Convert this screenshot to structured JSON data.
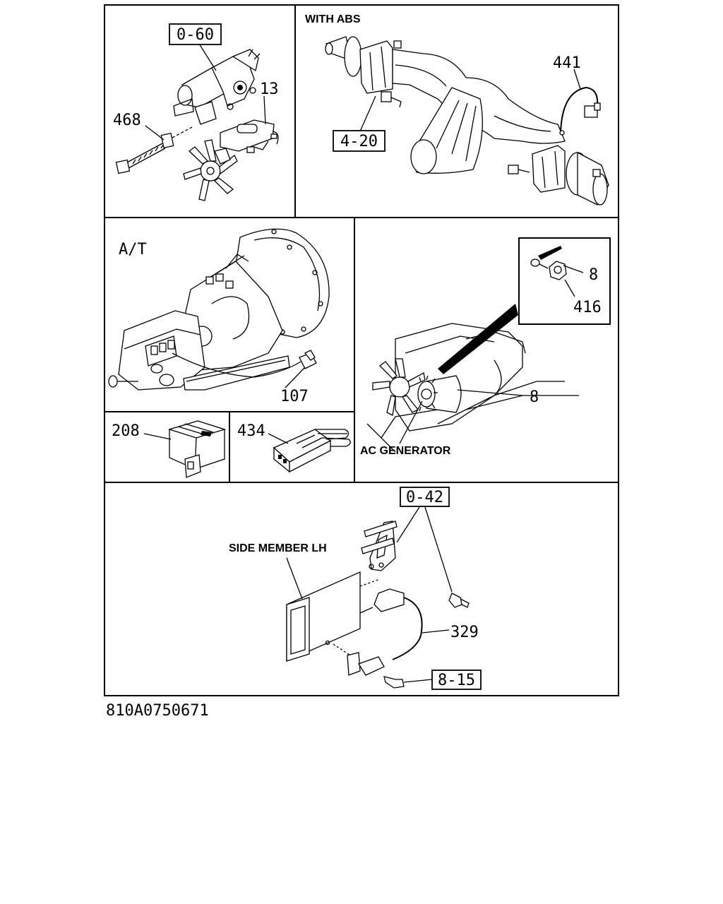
{
  "labels": {
    "p1_boxed_ref": "0-60",
    "p1_part_468": "468",
    "p1_part_13": "13",
    "p2_title": "WITH ABS",
    "p2_part_441": "441",
    "p2_boxed_ref": "4-20",
    "p3_title": "A/T",
    "p3_part_107": "107",
    "p4_part_8_top": "8",
    "p4_part_416": "416",
    "p4_part_8": "8",
    "p4_caption": "AC GENERATOR",
    "p5_part_208": "208",
    "p6_part_434": "434",
    "p7_boxed_ref_top": "0-42",
    "p7_caption": "SIDE MEMBER LH",
    "p7_part_329": "329",
    "p7_boxed_ref_bottom": "8-15"
  },
  "footer": {
    "drawing_number": "810A0750671"
  }
}
